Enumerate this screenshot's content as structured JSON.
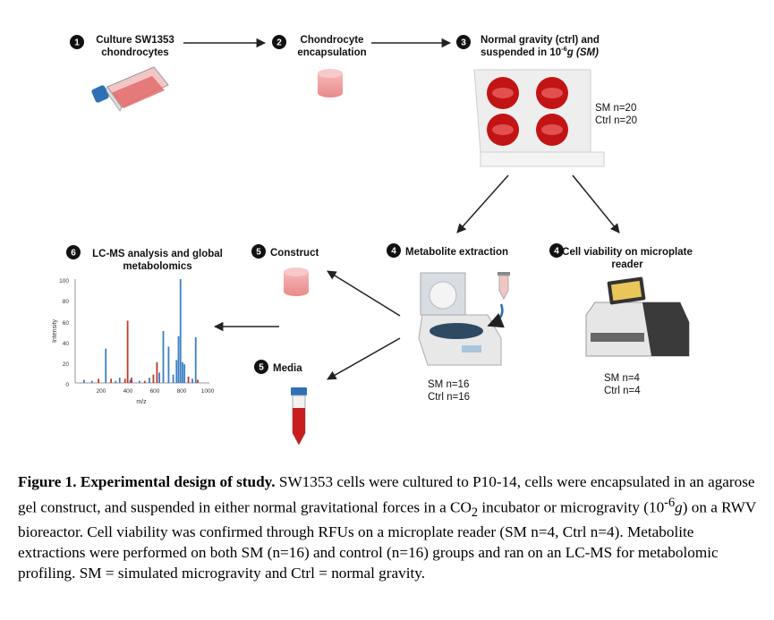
{
  "steps": {
    "s1": {
      "num": "1",
      "line1": "Culture SW1353",
      "line2": "chondrocytes"
    },
    "s2": {
      "num": "2",
      "line1": "Chondrocyte",
      "line2": "encapsulation"
    },
    "s3": {
      "num": "3",
      "line1": "Normal gravity (ctrl) and",
      "line2_pre": "suspended in 10",
      "line2_sup": "-6",
      "line2_post": "g (SM)"
    },
    "s4a": {
      "num": "4",
      "line1": "Metabolite extraction"
    },
    "s4b": {
      "num": "4",
      "line1": "Cell viability on microplate",
      "line2": "reader"
    },
    "s5a": {
      "num": "5",
      "line1": "Construct"
    },
    "s5b": {
      "num": "5",
      "line1": "Media"
    },
    "s6": {
      "num": "6",
      "line1": "LC-MS analysis and global",
      "line2": "metabolomics"
    }
  },
  "counts": {
    "plate": {
      "sm": "SM n=20",
      "ctrl": "Ctrl n=20"
    },
    "extraction": {
      "sm": "SM n=16",
      "ctrl": "Ctrl n=16"
    },
    "viability": {
      "sm": "SM n=4",
      "ctrl": "Ctrl n=4"
    }
  },
  "spectrum": {
    "ylabel": "Intensity",
    "xlabel": "m/z",
    "yticks": [
      "0",
      "20",
      "40",
      "60",
      "80",
      "100"
    ],
    "xticks": [
      "200",
      "400",
      "600",
      "800",
      "1000"
    ],
    "colors": {
      "blue": "#3b7fc4",
      "red": "#c0392b"
    }
  },
  "caption": {
    "bold": "Figure 1. Experimental design of study.",
    "p1": " SW1353 cells were cultured to P10-14, cells were encapsulated in an agarose gel construct, and suspended in either normal gravitational forces in a CO",
    "sub2": "2",
    "p2": " incubator or microgravity (10",
    "sup": "-6",
    "g": "g",
    "p3": ") on a RWV bioreactor. Cell viability was confirmed through RFUs on a microplate reader (SM n=4, Ctrl n=4). Metabolite extractions were performed on both SM (n=16) and control (n=16) groups and ran on an LC-MS for metabolomic profiling. SM = simulated microgravity and Ctrl = normal gravity."
  }
}
